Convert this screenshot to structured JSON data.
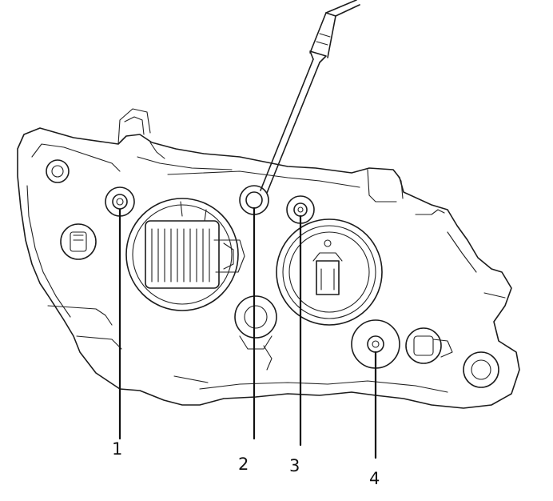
{
  "callouts": [
    {
      "id": "1",
      "label": "1"
    },
    {
      "id": "2",
      "label": "2"
    },
    {
      "id": "3",
      "label": "3"
    },
    {
      "id": "4",
      "label": "4"
    }
  ],
  "colors": {
    "line": "#1c1c1c",
    "background": "#ffffff"
  }
}
